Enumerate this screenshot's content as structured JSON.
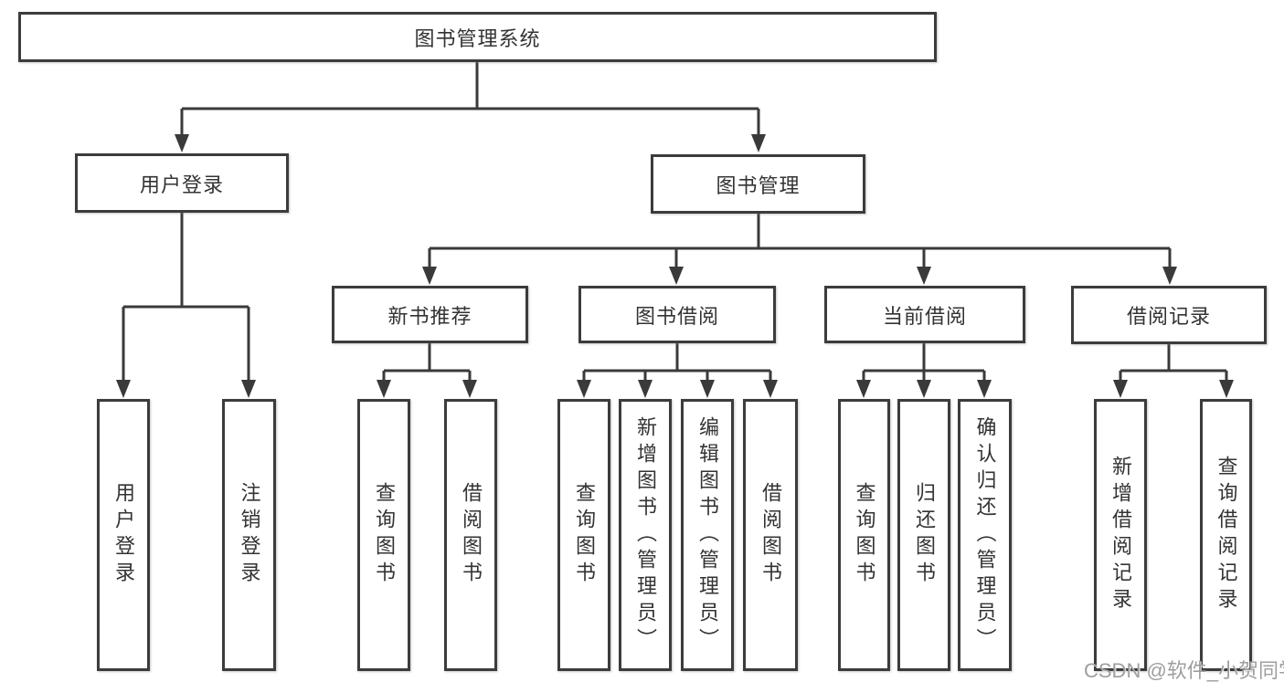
{
  "diagram_title": "图书管理系统",
  "tree": {
    "label": "图书管理系统",
    "children": [
      {
        "label": "用户登录",
        "children": [
          {
            "label": "用户登录"
          },
          {
            "label": "注销登录"
          }
        ]
      },
      {
        "label": "图书管理",
        "children": [
          {
            "label": "新书推荐",
            "children": [
              {
                "label": "查询图书"
              },
              {
                "label": "借阅图书"
              }
            ]
          },
          {
            "label": "图书借阅",
            "children": [
              {
                "label": "查询图书"
              },
              {
                "label": "新增图书（管理员）"
              },
              {
                "label": "编辑图书（管理员）"
              },
              {
                "label": "借阅图书"
              }
            ]
          },
          {
            "label": "当前借阅",
            "children": [
              {
                "label": "查询图书"
              },
              {
                "label": "归还图书"
              },
              {
                "label": "确认归还（管理员）"
              }
            ]
          },
          {
            "label": "借阅记录",
            "children": [
              {
                "label": "新增借阅记录"
              },
              {
                "label": "查询借阅记录"
              }
            ]
          }
        ]
      }
    ]
  },
  "watermark": {
    "text": "CSDN @软件_小贺同学"
  },
  "colors": {
    "background": "#ffffff",
    "box_border": "#3c3c3c",
    "connector": "#3a3a3a",
    "text": "#333333",
    "watermark": "#9e9e9e"
  }
}
